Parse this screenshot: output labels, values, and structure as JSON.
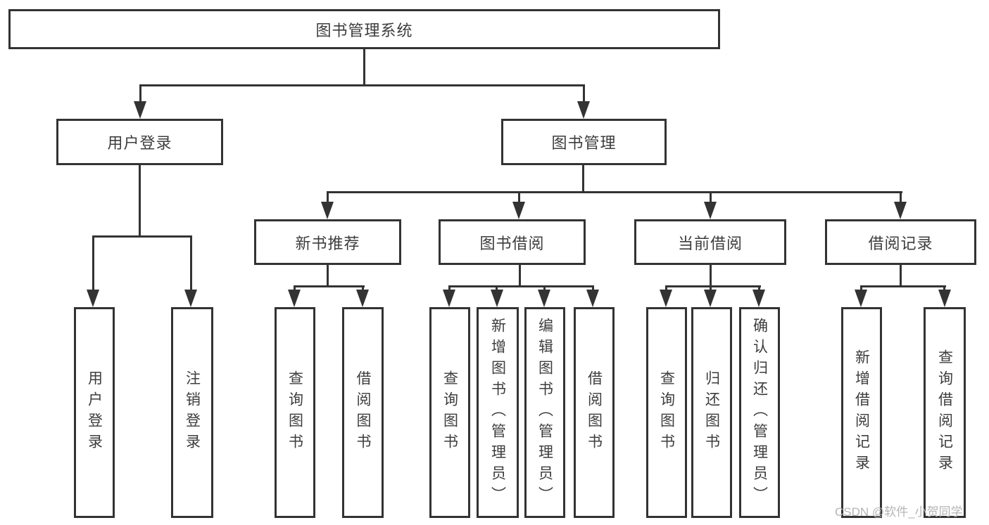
{
  "diagram": {
    "root": {
      "label": "图书管理系统"
    },
    "branches": [
      {
        "label": "用户登录",
        "children": [
          {
            "label": "用户登录"
          },
          {
            "label": "注销登录"
          }
        ]
      },
      {
        "label": "图书管理",
        "children": [
          {
            "label": "新书推荐",
            "children": [
              {
                "label": "查询图书"
              },
              {
                "label": "借阅图书"
              }
            ]
          },
          {
            "label": "图书借阅",
            "children": [
              {
                "label": "查询图书"
              },
              {
                "label": "新增图书（管理员）"
              },
              {
                "label": "编辑图书（管理员）"
              },
              {
                "label": "借阅图书"
              }
            ]
          },
          {
            "label": "当前借阅",
            "children": [
              {
                "label": "查询图书"
              },
              {
                "label": "归还图书"
              },
              {
                "label": "确认归还（管理员）"
              }
            ]
          },
          {
            "label": "借阅记录",
            "children": [
              {
                "label": "新增借阅记录"
              },
              {
                "label": "查询借阅记录"
              }
            ]
          }
        ]
      }
    ]
  },
  "watermark": {
    "text": "CSDN @软件_小贺同学"
  },
  "colors": {
    "line": "#333333",
    "text": "#3d3d3d",
    "watermark": "#b5b5b5",
    "background": "#ffffff"
  }
}
